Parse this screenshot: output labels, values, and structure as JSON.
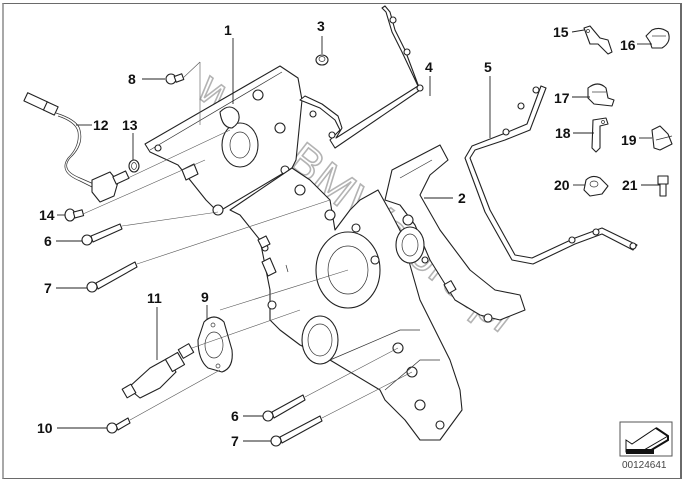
{
  "diagram": {
    "type": "exploded-parts-diagram",
    "subject": "Timing case cover / front engine cover assembly",
    "reference_code": "00124641",
    "watermark": "www.BMWstore.pl",
    "reference_icon": "arrow-left-down-icon"
  },
  "callouts": [
    {
      "id": "1",
      "label": "1",
      "part": "timing case cover (upper)"
    },
    {
      "id": "2",
      "label": "2",
      "part": "gasket / lower cover frame"
    },
    {
      "id": "3",
      "label": "3",
      "part": "sleeve / dowel"
    },
    {
      "id": "4",
      "label": "4",
      "part": "profile gasket"
    },
    {
      "id": "5",
      "label": "5",
      "part": "bent tube / pipe"
    },
    {
      "id": "6a",
      "label": "6",
      "part": "hex bolt"
    },
    {
      "id": "6b",
      "label": "6",
      "part": "hex bolt"
    },
    {
      "id": "7a",
      "label": "7",
      "part": "hex bolt (long)"
    },
    {
      "id": "7b",
      "label": "7",
      "part": "hex bolt (long)"
    },
    {
      "id": "8",
      "label": "8",
      "part": "fillister head screw"
    },
    {
      "id": "9",
      "label": "9",
      "part": "flange seal"
    },
    {
      "id": "10",
      "label": "10",
      "part": "hex bolt"
    },
    {
      "id": "11",
      "label": "11",
      "part": "sensor / valve"
    },
    {
      "id": "12",
      "label": "12",
      "part": "sensor with cable"
    },
    {
      "id": "13",
      "label": "13",
      "part": "o-ring"
    },
    {
      "id": "14",
      "label": "14",
      "part": "screw"
    },
    {
      "id": "15",
      "label": "15",
      "part": "bracket"
    },
    {
      "id": "16",
      "label": "16",
      "part": "clip"
    },
    {
      "id": "17",
      "label": "17",
      "part": "holder clip"
    },
    {
      "id": "18",
      "label": "18",
      "part": "bracket"
    },
    {
      "id": "19",
      "label": "19",
      "part": "clip"
    },
    {
      "id": "20",
      "label": "20",
      "part": "clip"
    },
    {
      "id": "21",
      "label": "21",
      "part": "screw"
    }
  ]
}
